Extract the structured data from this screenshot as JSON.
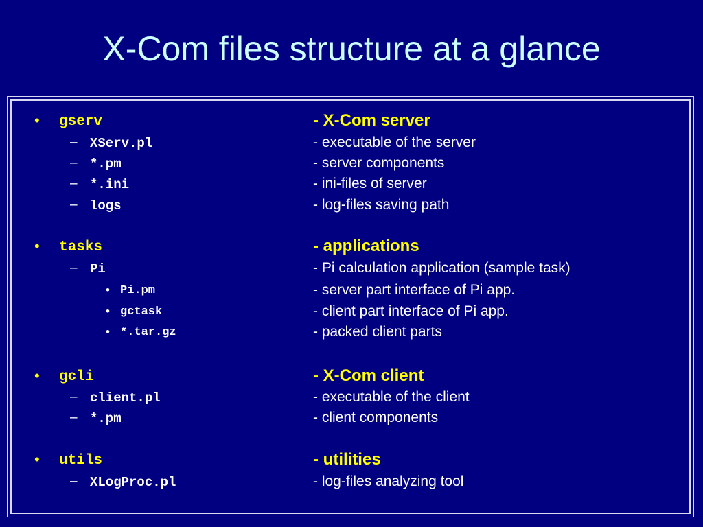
{
  "slide": {
    "title": "X-Com files structure at a glance",
    "colors": {
      "background": "#000080",
      "title": "#ccffff",
      "heading": "#ffff00",
      "body": "#ffffff",
      "frame": "#d8d8f0"
    },
    "markers": {
      "bullet": "•",
      "dash": "–"
    },
    "sections": [
      {
        "name": "gserv",
        "description": "- X-Com server",
        "items": [
          {
            "name": "XServ.pl",
            "description": "- executable of the server"
          },
          {
            "name": "*.pm",
            "description": "- server components"
          },
          {
            "name": "*.ini",
            "description": "- ini-files of server"
          },
          {
            "name": "logs",
            "description": "- log-files saving path"
          }
        ]
      },
      {
        "name": "tasks",
        "description": "- applications",
        "items": [
          {
            "name": "Pi",
            "description": "- Pi calculation application (sample task)",
            "subitems": [
              {
                "name": "Pi.pm",
                "description": "- server part interface of Pi app."
              },
              {
                "name": "gctask",
                "description": "- client part interface of Pi app."
              },
              {
                "name": "*.tar.gz",
                "description": "- packed client parts"
              }
            ]
          }
        ]
      },
      {
        "name": "gcli",
        "description": "- X-Com client",
        "items": [
          {
            "name": "client.pl",
            "description": "- executable of the client"
          },
          {
            "name": "*.pm",
            "description": "- client components"
          }
        ]
      },
      {
        "name": "utils",
        "description": "- utilities",
        "items": [
          {
            "name": "XLogProc.pl",
            "description": "- log-files analyzing tool"
          }
        ]
      }
    ]
  }
}
